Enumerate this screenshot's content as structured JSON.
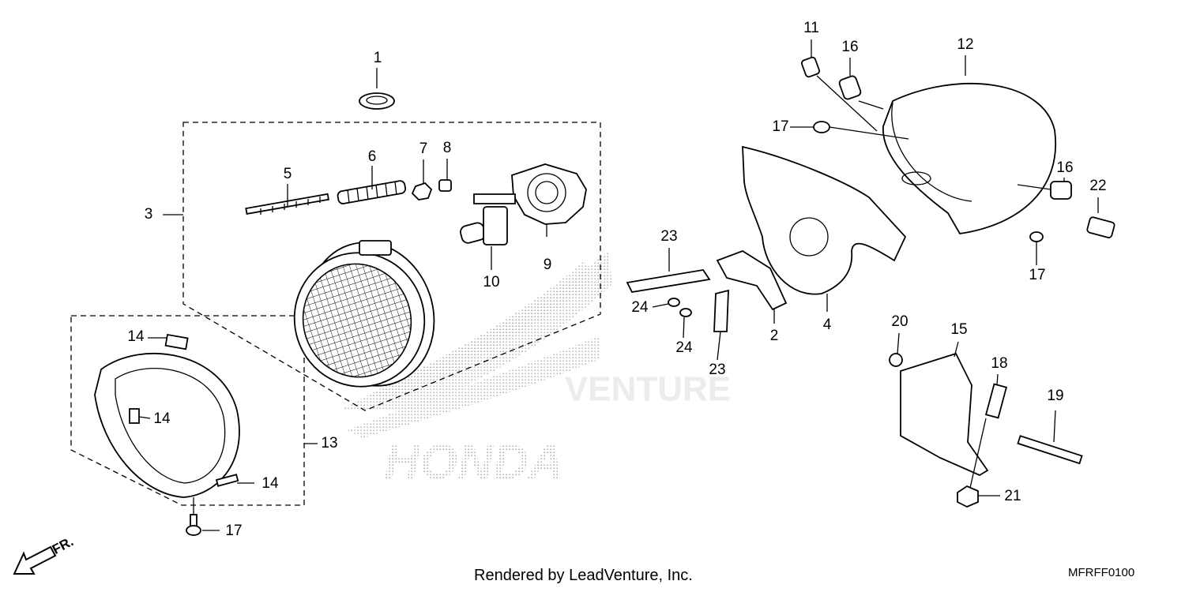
{
  "diagram": {
    "callouts": {
      "c1": "1",
      "c2": "2",
      "c3": "3",
      "c4": "4",
      "c5": "5",
      "c6": "6",
      "c7": "7",
      "c8": "8",
      "c9": "9",
      "c10": "10",
      "c11": "11",
      "c12": "12",
      "c13": "13",
      "c14a": "14",
      "c14b": "14",
      "c14c": "14",
      "c15": "15",
      "c16a": "16",
      "c16b": "16",
      "c17a": "17",
      "c17b": "17",
      "c17c": "17",
      "c18": "18",
      "c19": "19",
      "c20": "20",
      "c21": "21",
      "c22": "22",
      "c23a": "23",
      "c23b": "23",
      "c24a": "24",
      "c24b": "24"
    },
    "direction_marker": "FR.",
    "watermark": {
      "brand": "HONDA",
      "overlay": "VENTURE"
    }
  },
  "footer": {
    "rendered_by": "Rendered by LeadVenture, Inc.",
    "diagram_code": "MFRFF0100"
  }
}
